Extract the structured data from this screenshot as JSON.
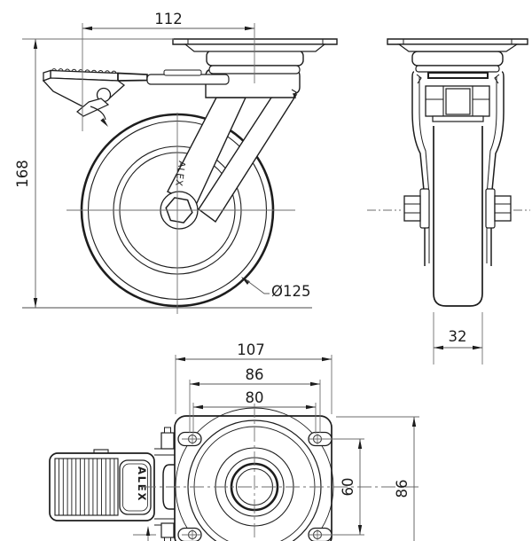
{
  "drawing": {
    "brand_fork": "ALEX",
    "brand_pedal": "ALEX",
    "dims": {
      "swivel_offset_width": "112",
      "overall_height": "168",
      "wheel_diameter": "Ø125",
      "wheel_width": "32",
      "plate_width": "107",
      "bolt_spacing_wide": "86",
      "bolt_spacing_narrow": "80",
      "bolt_spacing_depth": "60",
      "plate_depth": "86"
    },
    "colors": {
      "background": "#ffffff",
      "outline": "#1d1d1d",
      "dimension_lines": "#666666"
    }
  }
}
